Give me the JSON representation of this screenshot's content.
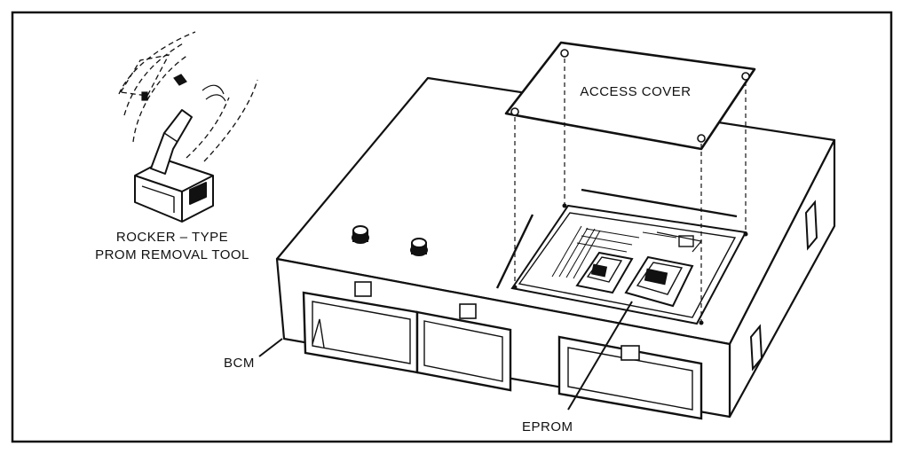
{
  "labels": {
    "access_cover": "ACCESS COVER",
    "tool_line1": "ROCKER – TYPE",
    "tool_line2": "PROM REMOVAL TOOL",
    "bcm": "BCM",
    "eprom": "EPROM"
  },
  "colors": {
    "ink": "#111111",
    "paper": "#ffffff"
  }
}
